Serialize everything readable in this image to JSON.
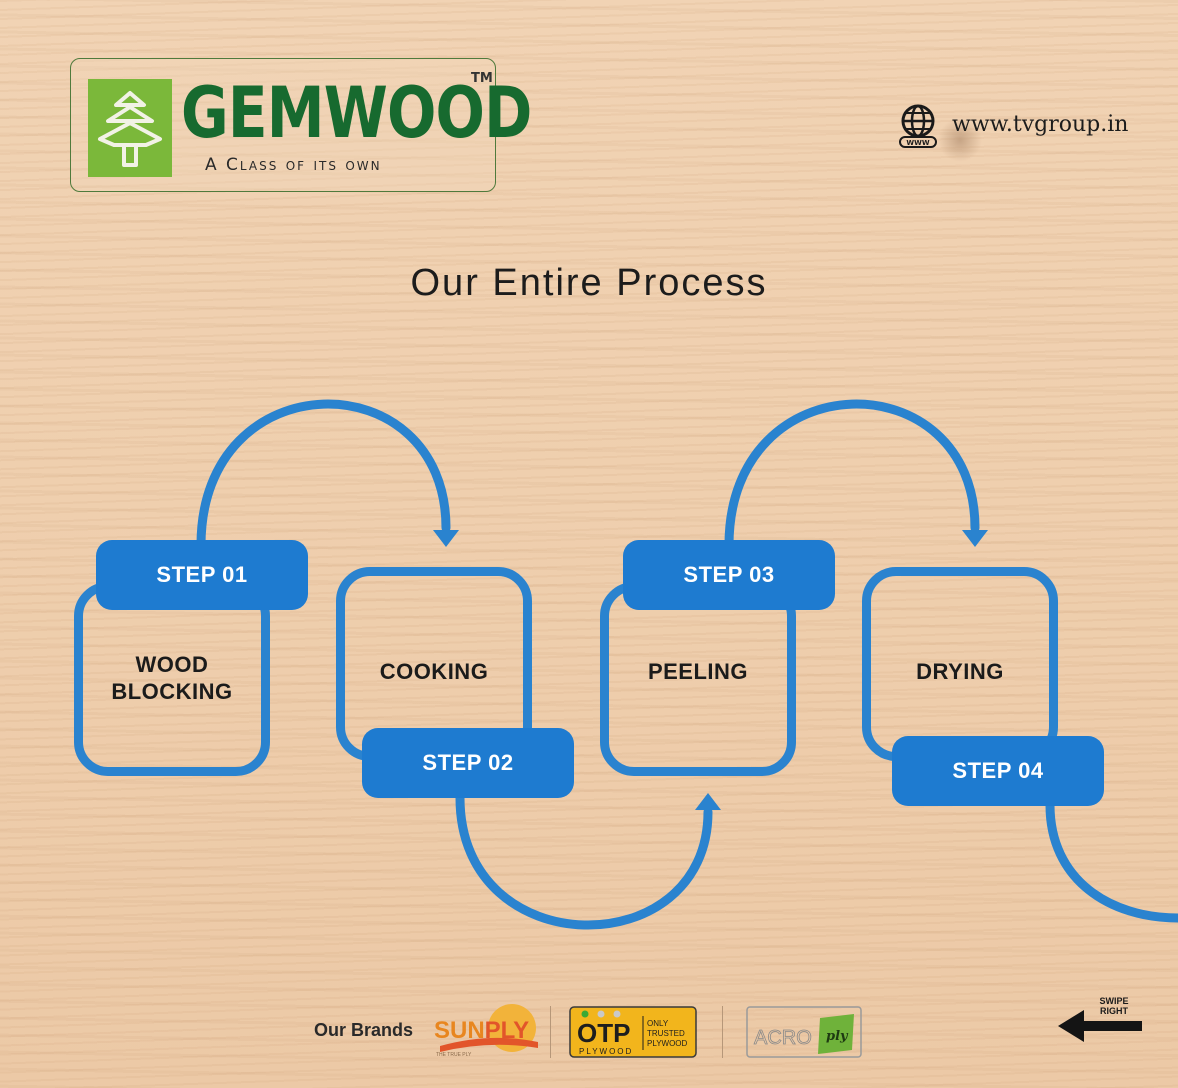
{
  "brand": {
    "name": "GEMWOOD",
    "trademark": "TM",
    "tagline": "A Class of its own",
    "color": "#176a2f",
    "logo_icon": "tree-on-green-square-icon"
  },
  "website": {
    "icon": "globe-www-icon",
    "url": "www.tvgroup.in"
  },
  "title": "Our Entire Process",
  "process": {
    "accent_color": "#1e7bd0",
    "steps": [
      {
        "step": "STEP 01",
        "label_lines": [
          "WOOD",
          "BLOCKING"
        ]
      },
      {
        "step": "STEP 02",
        "label_lines": [
          "COOKING"
        ]
      },
      {
        "step": "STEP 03",
        "label_lines": [
          "PEELING"
        ]
      },
      {
        "step": "STEP 04",
        "label_lines": [
          "DRYING"
        ]
      }
    ]
  },
  "footer": {
    "brands_label": "Our Brands",
    "brands": [
      {
        "name": "SUNPLY",
        "parts": [
          "SUN",
          "PLY"
        ],
        "tagline": "THE TRUE PLY"
      },
      {
        "name": "OTP",
        "sub": "PLYWOOD",
        "side_text": [
          "ONLY",
          "TRUSTED",
          "PLYWOOD"
        ]
      },
      {
        "name": "ACRO",
        "badge": "ply"
      }
    ],
    "swipe": {
      "lines": [
        "SWIPE",
        "RIGHT"
      ],
      "icon": "arrow-left-icon"
    }
  }
}
